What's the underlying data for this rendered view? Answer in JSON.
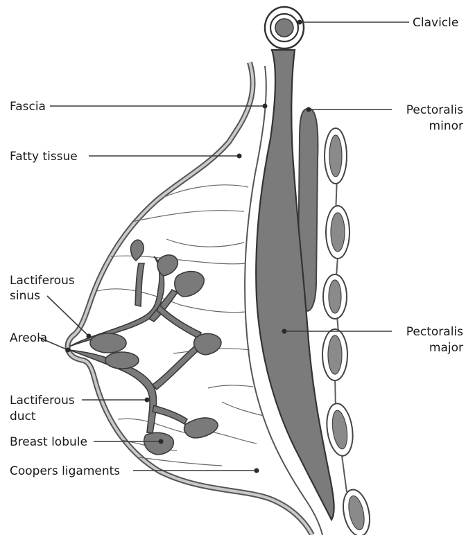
{
  "labels": {
    "clavicle": "Clavicle",
    "fascia": "Fascia",
    "fatty_tissue": "Fatty tissue",
    "pectoralis_minor_1": "Pectoralis",
    "pectoralis_minor_2": "minor",
    "lactiferous_sinus_1": "Lactiferous",
    "lactiferous_sinus_2": "sinus",
    "areola": "Areola",
    "pectoralis_major_1": "Pectoralis",
    "pectoralis_major_2": "major",
    "lactiferous_duct_1": "Lactiferous",
    "lactiferous_duct_2": "duct",
    "breast_lobule": "Breast lobule",
    "coopers_ligaments": "Coopers ligaments"
  },
  "colors": {
    "muscle_fill": "#7b7b7b",
    "outline": "#5a5a5a",
    "rib_fill": "#8a8a8a",
    "background": "#ffffff"
  }
}
